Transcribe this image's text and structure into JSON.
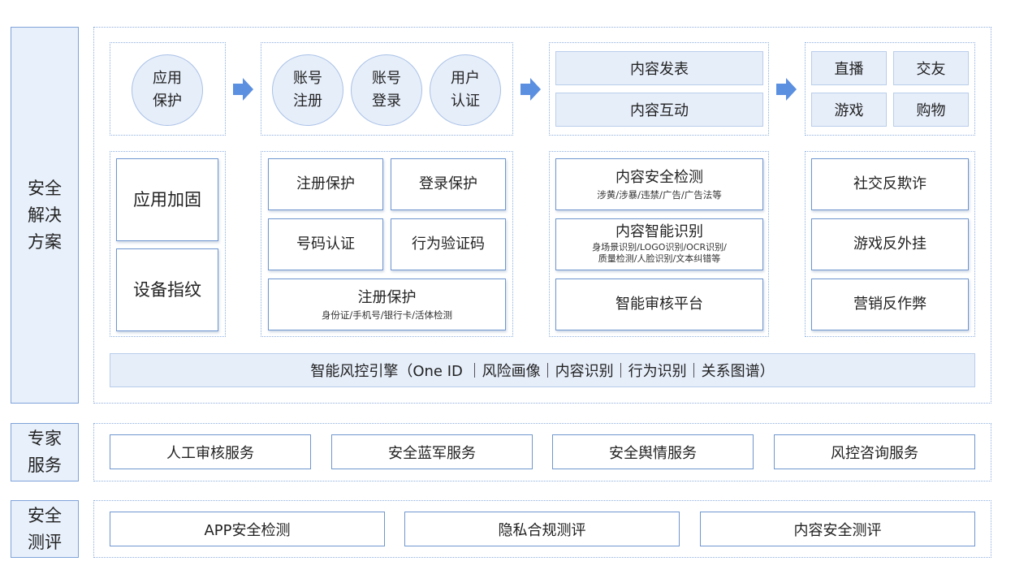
{
  "side_labels": {
    "solutions": "安全\n解决\n方案",
    "expert": "专家\n服务",
    "evaluation": "安全\n测评"
  },
  "stages": {
    "app": {
      "circle": "应用\n保护"
    },
    "account": {
      "circles": [
        "账号\n注册",
        "账号\n登录",
        "用户\n认证"
      ]
    },
    "content": {
      "boxes": [
        "内容发表",
        "内容互动"
      ]
    },
    "scenes": {
      "boxes": [
        "直播",
        "交友",
        "游戏",
        "购物"
      ]
    }
  },
  "capabilities": {
    "app": [
      "应用加固",
      "设备指纹"
    ],
    "account": {
      "grid": [
        "注册保护",
        "登录保护",
        "号码认证",
        "行为验证码"
      ],
      "wide": {
        "title": "注册保护",
        "sub": "身份证/手机号/银行卡/活体检测"
      }
    },
    "content": [
      {
        "title": "内容安全检测",
        "sub": "涉黄/涉暴/违禁/广告/广告法等"
      },
      {
        "title": "内容智能识别",
        "sub": "身场景识别/LOGO识别/OCR识别/\n质量检测/人脸识别/文本纠错等"
      },
      {
        "title": "智能审核平台",
        "sub": ""
      }
    ],
    "scenes": [
      "社交反欺诈",
      "游戏反外挂",
      "营销反作弊"
    ]
  },
  "engine": "智能风控引擎（One ID ｜风险画像｜内容识别｜行为识别｜关系图谱）",
  "expert_services": [
    "人工审核服务",
    "安全蓝军服务",
    "安全舆情服务",
    "风控咨询服务"
  ],
  "evaluations": [
    "APP安全检测",
    "隐私合规测评",
    "内容安全测评"
  ],
  "colors": {
    "accent_arrow": "#5b8fe0",
    "box_fill": "#e6eefa",
    "box_border": "#6f96cf",
    "dotted_border": "#8fb0de"
  }
}
